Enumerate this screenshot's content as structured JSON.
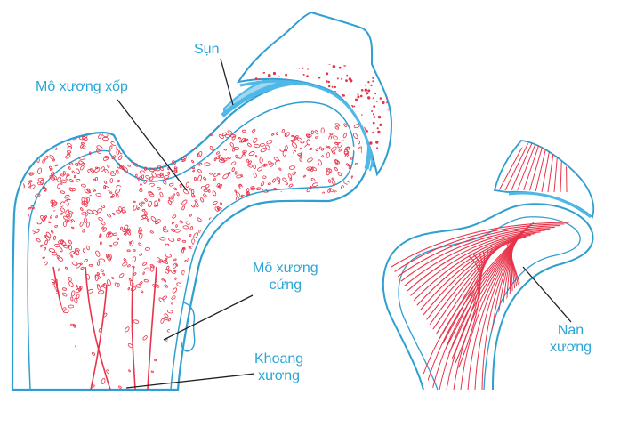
{
  "colors": {
    "outline": "#2e9fd0",
    "cartilage": "#4fb8e6",
    "cartilage_fill": "#9fd8f3",
    "tissue": "#e8334a",
    "label": "#2aa6d6",
    "leader": "#222222"
  },
  "labels": {
    "cartilage": "Sụn",
    "spongy_bone": "Mô xương xốp",
    "compact_bone_line1": "Mô xương",
    "compact_bone_line2": "cứng",
    "marrow_cavity_line1": "Khoang",
    "marrow_cavity_line2": "xương",
    "trabeculae_line1": "Nan",
    "trabeculae_line2": "xương"
  }
}
